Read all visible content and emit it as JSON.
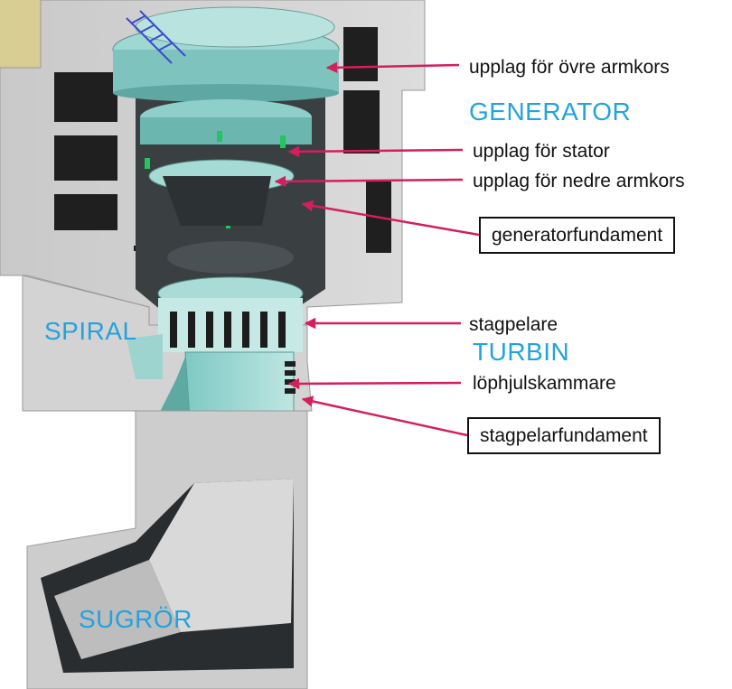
{
  "labels": {
    "ovre_armkors": "upplag för övre armkors",
    "stator": "upplag för stator",
    "nedre_armkors": "upplag för nedre armkors",
    "generatorfundament": "generatorfundament",
    "stagpelare": "stagpelare",
    "lophjulskammare": "löphjulskammare",
    "stagpelarfundament": "stagpelarfundament"
  },
  "sections": {
    "generator": "GENERATOR",
    "turbin": "TURBIN",
    "spiral": "SPIRAL",
    "sugror": "SUGRÖR"
  },
  "colors": {
    "arrow": "#d41f5c",
    "section_text": "#22a3de",
    "concrete": "#cfcfcf",
    "steel": "#8fd0cc"
  }
}
